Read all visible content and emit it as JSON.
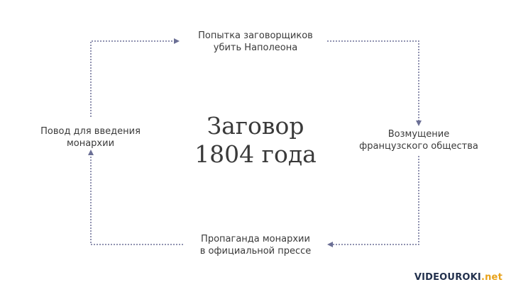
{
  "diagram": {
    "center_title": {
      "line1": "Заговор",
      "line2": "1804 года"
    },
    "nodes": {
      "top": {
        "line1": "Попытка заговорщиков",
        "line2": "убить Наполеона"
      },
      "right": {
        "line1": "Возмущение",
        "line2": "французского общества"
      },
      "bottom": {
        "line1": "Пропаганда монархии",
        "line2": "в официальной прессе"
      },
      "left": {
        "line1": "Повод для введения",
        "line2": "монархии"
      }
    },
    "cycle_order": [
      "top",
      "right",
      "bottom",
      "left"
    ],
    "connector_color": "#6b6f95"
  },
  "logo": {
    "text_main": "VIDEOUROKI",
    "text_accent": ".net"
  }
}
